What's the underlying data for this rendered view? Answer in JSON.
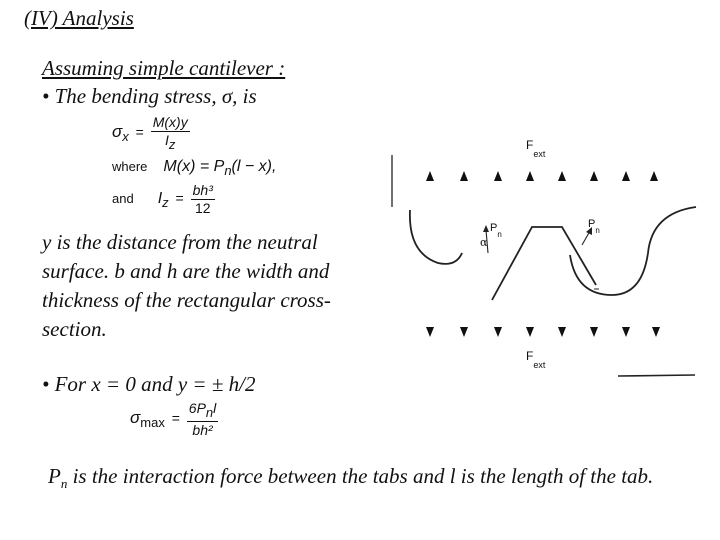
{
  "slide": {
    "title": "(IV) Analysis",
    "assumption": "Assuming simple cantilever :",
    "bullet1": "• The bending stress, σ, is",
    "eq1": {
      "lhs": "σ",
      "lhs_sub": "x",
      "equals": "=",
      "numerator": "M(x)y",
      "denominator_var": "I",
      "denominator_sub": "z"
    },
    "eq2": {
      "label": "where",
      "lhs": "M(x) = P",
      "p_sub": "n",
      "rhs": "(l − x),"
    },
    "eq3": {
      "label": "and",
      "lhs_var": "I",
      "lhs_sub": "z",
      "equals": "=",
      "numerator": "bh³",
      "denominator": "12"
    },
    "paragraph": "y is the distance from the neutral surface. b and h are the width and thickness of the rectangular cross-section.",
    "bullet2": "• For x = 0 and y = ± h/2",
    "eq4": {
      "lhs": "σ",
      "lhs_sub": "max",
      "equals": "=",
      "numerator": "6P",
      "num_sub": "n",
      "num_tail": "l",
      "denominator": "bh²"
    },
    "note_start": "P",
    "note_sub": "n",
    "note_rest": " is the interaction force between the tabs and l is the length of the tab."
  },
  "diagram": {
    "force_top_label": "F",
    "force_top_sub": "ext",
    "force_bottom_label": "F",
    "force_bottom_sub": "ext",
    "pn_left_label": "P",
    "pn_left_sub": "n",
    "pn_right_label": "P",
    "pn_right_sub": "n",
    "alpha_label": "α"
  }
}
